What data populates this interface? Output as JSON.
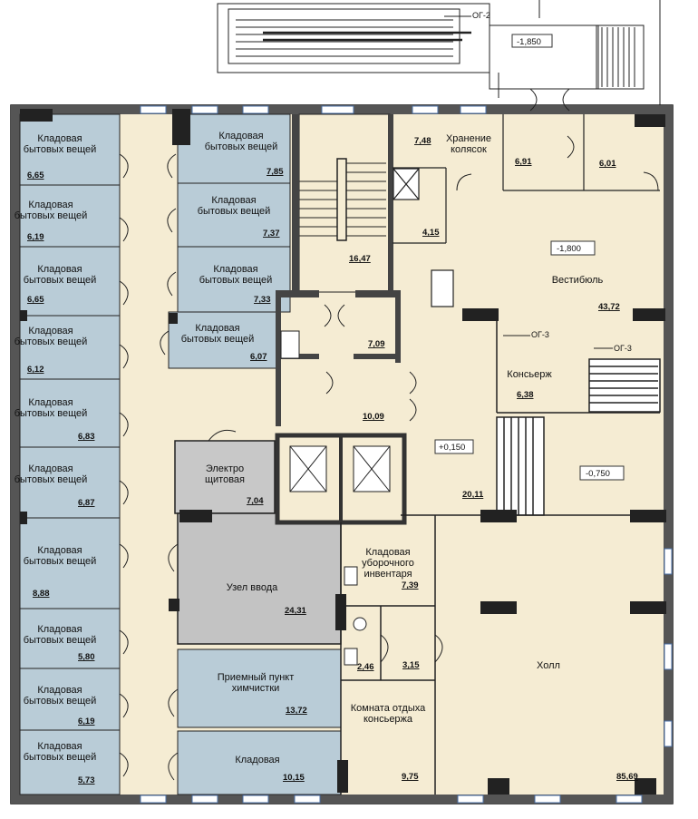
{
  "tags": {
    "og2": "ОГ-2",
    "og3": "ОГ-3"
  },
  "levels": {
    "ramp": "-1,850",
    "vestibule": "-1,800",
    "lobby": "+0,150",
    "hall": "-0,750"
  },
  "rooms": {
    "pantry": "Кладовая бытовых вещей",
    "strollers": "Хранение колясок",
    "vestibule": "Вестибюль",
    "concierge": "Консьерж",
    "electrical": "Электро щитовая",
    "input_node": "Узел ввода",
    "cleaning": "Кладовая уборочного инвентаря",
    "hall": "Холл",
    "cleaners": "Приемный пункт химчистки",
    "storage": "Кладовая",
    "rest": "Комната отдыха консьержа"
  },
  "areas": {
    "l1": "6,65",
    "l2": "6,19",
    "l3": "6,65",
    "l4": "6,12",
    "l5": "6,83",
    "l6": "6,87",
    "l7": "8,88",
    "l8": "5,80",
    "l9": "6,19",
    "l10": "5,73",
    "c1": "7,85",
    "c2": "7,37",
    "c3": "7,33",
    "c4": "6,07",
    "stroller": "7,48",
    "r691": "6,91",
    "r601": "6,01",
    "r415": "4,15",
    "stair": "16,47",
    "vestibule": "43,72",
    "r709": "7,09",
    "concierge": "6,38",
    "r1009": "10,09",
    "electrical": "7,04",
    "lobby": "20,11",
    "cleaning": "7,39",
    "input_node": "24,31",
    "r246": "2,46",
    "r315": "3,15",
    "cleaners": "13,72",
    "rest": "9,75",
    "storage": "10,15",
    "hall": "85,69"
  }
}
